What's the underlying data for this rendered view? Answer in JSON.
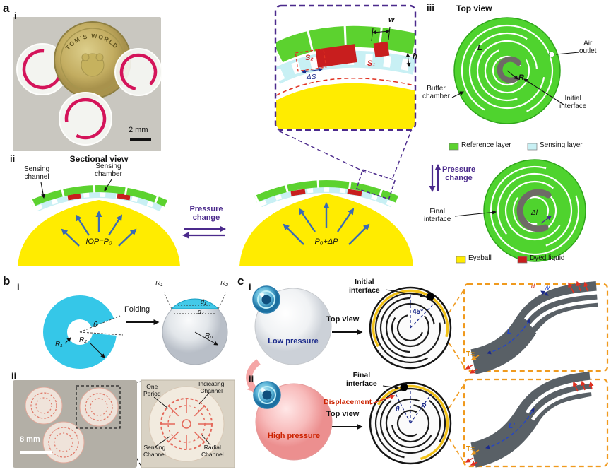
{
  "colors": {
    "reference_layer_green": "#5cd22f",
    "sensing_layer_cyan": "#c8f0f4",
    "eyeball_yellow": "#ffec00",
    "dyed_liquid_red": "#c81e1e",
    "pressure_arrow_purple": "#4b2a8c",
    "iop_arrow_blue": "#3a6ab5",
    "annulus_cyan": "#35c7e8",
    "inset_border_orange": "#f09a1e",
    "low_pressure_blue": "#1b2a8a",
    "high_pressure_red": "#cc2200"
  },
  "a": {
    "label": "a",
    "i": {
      "label": "i",
      "coin_text": "TOM'S WORLD",
      "scale_bar": "2 mm"
    },
    "ii": {
      "label": "ii",
      "title": "Sectional view",
      "sensing_channel": "Sensing\nchannel",
      "sensing_chamber": "Sensing\nchamber",
      "iop_initial": "IOP=P₀",
      "pressure_change": "Pressure\nchange",
      "iop_changed": "P₀+ΔP"
    },
    "zoom_inset": {
      "s2": "S₂",
      "s1": "S₁",
      "delta_s": "ΔS",
      "w": "w",
      "h": "h"
    },
    "iii": {
      "label": "iii",
      "title": "Top view",
      "air_outlet": "Air\noutlet",
      "buffer_chamber": "Buffer\nchamber",
      "initial_interface": "Initial\ninterface",
      "channel_length": "L",
      "radius": "R",
      "legend_reference_layer": "Reference layer",
      "legend_sensing_layer": "Sensing layer",
      "pressure_change": "Pressure\nchange",
      "final_interface": "Final\ninterface",
      "delta_l": "Δl",
      "legend_eyeball": "Eyeball",
      "legend_dyed_liquid": "Dyed liquid"
    }
  },
  "b": {
    "label": "b",
    "i": {
      "label": "i",
      "theta": "θ",
      "r2": "R₂",
      "r1": "R₁",
      "folding": "Folding",
      "sphere_r1": "R₁",
      "sphere_r2": "R₂",
      "d1": "d₁",
      "d2": "d₂",
      "r0": "R₀"
    },
    "ii": {
      "label": "ii",
      "scale_bar": "8 mm",
      "one_period": "One\nPeriod",
      "indicating_channel": "Indicating\nChannel",
      "sensing_channel": "Sensing\nChannel",
      "radial_channel": "Radial\nChannel"
    }
  },
  "c": {
    "label": "c",
    "i": {
      "label": "i",
      "state": "Low pressure",
      "top_view": "Top view",
      "initial_interface": "Initial\ninterface",
      "angle": "45°",
      "d": "d",
      "w": "W",
      "length": "L",
      "t": "T="
    },
    "ii": {
      "label": "ii",
      "state": "High pressure",
      "top_view": "Top view",
      "final_interface": "Final\ninterface",
      "displacement": "Displacement",
      "theta": "θ",
      "radius": "R",
      "length": "L′",
      "t": "T="
    }
  }
}
